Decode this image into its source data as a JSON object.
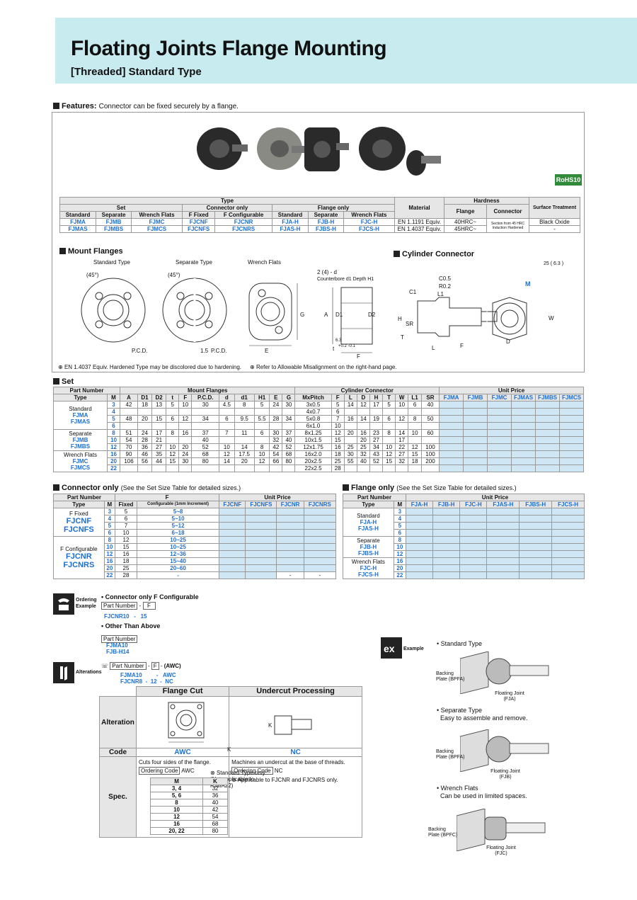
{
  "header": {
    "title": "Floating Joints  Flange Mounting",
    "subtitle": "[Threaded] Standard Type"
  },
  "features": {
    "label": "Features:",
    "text": "Connector can be fixed securely by a flange.",
    "rohs": "RoHS10"
  },
  "type_table": {
    "type": "Type",
    "set": "Set",
    "connector_only": "Connector only",
    "flange_only": "Flange only",
    "material": "Material",
    "hardness": "Hardness",
    "surface": "Surface Treatment",
    "sub": [
      "Standard",
      "Separate",
      "Wrench Flats",
      "F Fixed",
      "F Configurable",
      "Standard",
      "Separate",
      "Wrench Flats"
    ],
    "flange": "Flange",
    "connector": "Connector",
    "rows": [
      {
        "codes": [
          "FJMA",
          "FJMB",
          "FJMC",
          "FJCNF",
          "FJCNR",
          "FJA-H",
          "FJB-H",
          "FJC-H"
        ],
        "material": "EN 1.1191 Equiv.",
        "flange_h": "40HRC~",
        "conn_h": "Section from 45 HRC Induction Hardened",
        "surface": "Black Oxide"
      },
      {
        "codes": [
          "FJMAS",
          "FJMBS",
          "FJMCS",
          "FJCNFS",
          "FJCNRS",
          "FJAS-H",
          "FJBS-H",
          "FJCS-H"
        ],
        "material": "EN 1.4037 Equiv.",
        "flange_h": "45HRC~",
        "conn_h": "",
        "surface": "-"
      }
    ]
  },
  "mount": {
    "title": "Mount Flanges",
    "std": "Standard Type",
    "sep": "Separate Type",
    "wf": "Wrench Flats",
    "angle1": "(45°)",
    "angle2": "(45°)",
    "pcd1": "P.C.D.",
    "pcd2": "P.C.D.",
    "dim15": "1.5",
    "e": "E",
    "g": "G",
    "d_label": "2 (4) - d",
    "cbore": "Counterbore d1 Depth H1",
    "a": "A",
    "d1": "D1",
    "d2": "D2",
    "t": "t",
    "tol": "+0.2 -0.1",
    "f": "F",
    "r63": "6.3"
  },
  "cyl": {
    "title": "Cylinder Connector",
    "c05": "C0.5",
    "r02": "R0.2",
    "c1": "C1",
    "l1": "L1",
    "h": "H",
    "sr": "SR",
    "t": "T",
    "l": "L",
    "f": "F",
    "m": "M",
    "w": "W",
    "d": "D",
    "rough1": "25",
    "rough2": "6.3"
  },
  "notes": {
    "n1": "EN 1.4037 Equiv. Hardened Type may be discolored due to hardening.",
    "n2": "Refer to Allowable Misalignment on the right-hand page."
  },
  "set": {
    "title": "Set",
    "part_number": "Part Number",
    "mount_flanges": "Mount Flanges",
    "cyl_conn": "Cylinder Connector",
    "unit_price": "Unit Price",
    "cols": [
      "Type",
      "M",
      "A",
      "D1",
      "D2",
      "t",
      "F",
      "P.C.D.",
      "d",
      "d1",
      "H1",
      "E",
      "G",
      "MxPitch",
      "F",
      "L",
      "D",
      "H",
      "T",
      "W",
      "L1",
      "SR"
    ],
    "price_cols": [
      "FJMA",
      "FJMB",
      "FJMC",
      "FJMAS",
      "FJMBS",
      "FJMCS"
    ],
    "types": [
      [
        "Standard",
        "FJMA",
        "FJMAS"
      ],
      [
        "Separate",
        "FJMB",
        "FJMBS"
      ],
      [
        "Wrench Flats",
        "FJMC",
        "FJMCS"
      ]
    ],
    "rows": [
      [
        "3",
        "42",
        "18",
        "13",
        "5",
        "10",
        "30",
        "4.5",
        "8",
        "5",
        "24",
        "30",
        "3x0.5",
        "5",
        "14",
        "12",
        "17",
        "5",
        "10",
        "6",
        "40"
      ],
      [
        "4",
        "",
        "",
        "",
        "",
        "",
        "",
        "",
        "",
        "",
        "",
        "",
        "4x0.7",
        "6",
        "",
        "",
        "",
        "",
        "",
        "",
        ""
      ],
      [
        "5",
        "48",
        "20",
        "15",
        "6",
        "12",
        "34",
        "6",
        "9.5",
        "5.5",
        "28",
        "34",
        "5x0.8",
        "7",
        "16",
        "14",
        "19",
        "6",
        "12",
        "8",
        "50"
      ],
      [
        "6",
        "",
        "",
        "",
        "",
        "",
        "",
        "",
        "",
        "",
        "",
        "",
        "6x1.0",
        "10",
        "",
        "",
        "",
        "",
        "",
        "",
        ""
      ],
      [
        "8",
        "51",
        "24",
        "17",
        "8",
        "16",
        "37",
        "7",
        "11",
        "6",
        "30",
        "37",
        "8x1.25",
        "12",
        "20",
        "16",
        "23",
        "8",
        "14",
        "10",
        "60"
      ],
      [
        "10",
        "54",
        "28",
        "21",
        "",
        "",
        "40",
        "",
        "",
        "",
        "32",
        "40",
        "10x1.5",
        "15",
        "",
        "20",
        "27",
        "",
        "17",
        "",
        ""
      ],
      [
        "12",
        "70",
        "36",
        "27",
        "10",
        "20",
        "52",
        "10",
        "14",
        "8",
        "42",
        "52",
        "12x1.75",
        "16",
        "25",
        "25",
        "34",
        "10",
        "22",
        "12",
        "100"
      ],
      [
        "16",
        "90",
        "46",
        "35",
        "12",
        "24",
        "68",
        "12",
        "17.5",
        "10",
        "54",
        "68",
        "16x2.0",
        "18",
        "30",
        "32",
        "43",
        "12",
        "27",
        "15",
        "100"
      ],
      [
        "20",
        "106",
        "56",
        "44",
        "15",
        "30",
        "80",
        "14",
        "20",
        "12",
        "66",
        "80",
        "20x2.5",
        "25",
        "55",
        "40",
        "52",
        "15",
        "32",
        "18",
        "200"
      ],
      [
        "22",
        "",
        "",
        "",
        "",
        "",
        "",
        "",
        "",
        "",
        "",
        "",
        "22x2.5",
        "28",
        "",
        "",
        "",
        "",
        "",
        "",
        ""
      ]
    ]
  },
  "conn_only": {
    "title": "Connector only",
    "note": "(See the Set Size Table for detailed sizes.)",
    "part_number": "Part Number",
    "f": "F",
    "unit_price": "Unit Price",
    "type": "Type",
    "m": "M",
    "fixed": "Fixed",
    "config": "Configurable (1mm Increment)",
    "price_cols": [
      "FJCNF",
      "FJCNFS",
      "FJCNR",
      "FJCNRS"
    ],
    "fixed_label": "F Fixed",
    "fixed_codes": [
      "FJCNF",
      "FJCNFS"
    ],
    "conf_label": "F Configurable",
    "conf_codes": [
      "FJCNR",
      "FJCNRS"
    ],
    "rows": [
      [
        "3",
        "5",
        "5~8"
      ],
      [
        "4",
        "6",
        "5~10"
      ],
      [
        "5",
        "7",
        "5~12"
      ],
      [
        "6",
        "10",
        "6~18"
      ],
      [
        "8",
        "12",
        "10~25"
      ],
      [
        "10",
        "15",
        "10~25"
      ],
      [
        "12",
        "16",
        "12~36"
      ],
      [
        "16",
        "18",
        "15~40"
      ],
      [
        "20",
        "25",
        "20~60"
      ],
      [
        "22",
        "28",
        "-"
      ]
    ],
    "dash": "-"
  },
  "flange_only": {
    "title": "Flange only",
    "note": "(See the Set Size Table for detailed sizes.)",
    "part_number": "Part Number",
    "unit_price": "Unit Price",
    "type": "Type",
    "m": "M",
    "price_cols": [
      "FJA-H",
      "FJB-H",
      "FJC-H",
      "FJAS-H",
      "FJBS-H",
      "FJCS-H"
    ],
    "groups": [
      [
        "Standard",
        "FJA-H",
        "FJAS-H"
      ],
      [
        "Separate",
        "FJB-H",
        "FJBS-H"
      ],
      [
        "Wrench Flats",
        "FJC-H",
        "FJCS-H"
      ]
    ],
    "ms": [
      "3",
      "4",
      "5",
      "6",
      "8",
      "10",
      "12",
      "16",
      "20",
      "22"
    ]
  },
  "ordering": {
    "label": "Ordering Example",
    "c1": "• Connector only F Configurable",
    "pn": "Part Number",
    "dash": "-",
    "f": "F",
    "ex1a": "FJCNR10",
    "ex1b": "-",
    "ex1c": "15",
    "c2": "• Other Than Above",
    "pn2": "Part Number",
    "ex2a": "FJMA10",
    "ex2b": "FJB-H14"
  },
  "alterations": {
    "label": "Alterations",
    "pn": "Part Number",
    "f": "F",
    "awc": "(AWC)",
    "ex1": "FJMA10",
    "ex1b": "-",
    "ex1c": "AWC",
    "ex2": "FJCNR8",
    "ex2b": "-",
    "ex2c": "12",
    "ex2d": "-",
    "ex2e": "NC",
    "flange_cut": "Flange Cut",
    "undercut": "Undercut Processing",
    "alteration": "Alteration",
    "code": "Code",
    "awc_code": "AWC",
    "nc_code": "NC",
    "spec": "Spec.",
    "k": "K",
    "k2": "K",
    "spec1": "Cuts four sides of the flange.",
    "oc": "Ordering Code",
    "oc_awc": "AWC",
    "std_only": "Standard Type only (Not applicable to FJMA22)",
    "m_head": "M",
    "k_head": "K",
    "krows": [
      [
        "3, 4",
        "32"
      ],
      [
        "5, 6",
        "36"
      ],
      [
        "8",
        "40"
      ],
      [
        "10",
        "42"
      ],
      [
        "12",
        "54"
      ],
      [
        "16",
        "68"
      ],
      [
        "20, 22",
        "80"
      ]
    ],
    "spec2": "Machines an undercut at the base of threads.",
    "oc2": "Ordering Code",
    "oc_nc": "NC",
    "app": "Applicable to FJCNR and FJCNRS only."
  },
  "example": {
    "label": "Example",
    "s1": "• Standard Type",
    "bp1": "Backing Plate (BPFA)",
    "fj1": "Floating Joint (FJA)",
    "s2": "• Separate Type",
    "s2b": "Easy to assemble and remove.",
    "bp2": "Backing Plate (BPFA)",
    "fj2": "Floating Joint (FJB)",
    "s3": "• Wrench Flats",
    "s3b": "Can be used in limited spaces.",
    "bp3": "Backing Plate (BPFC)",
    "fj3": "Floating Joint (FJC)"
  }
}
